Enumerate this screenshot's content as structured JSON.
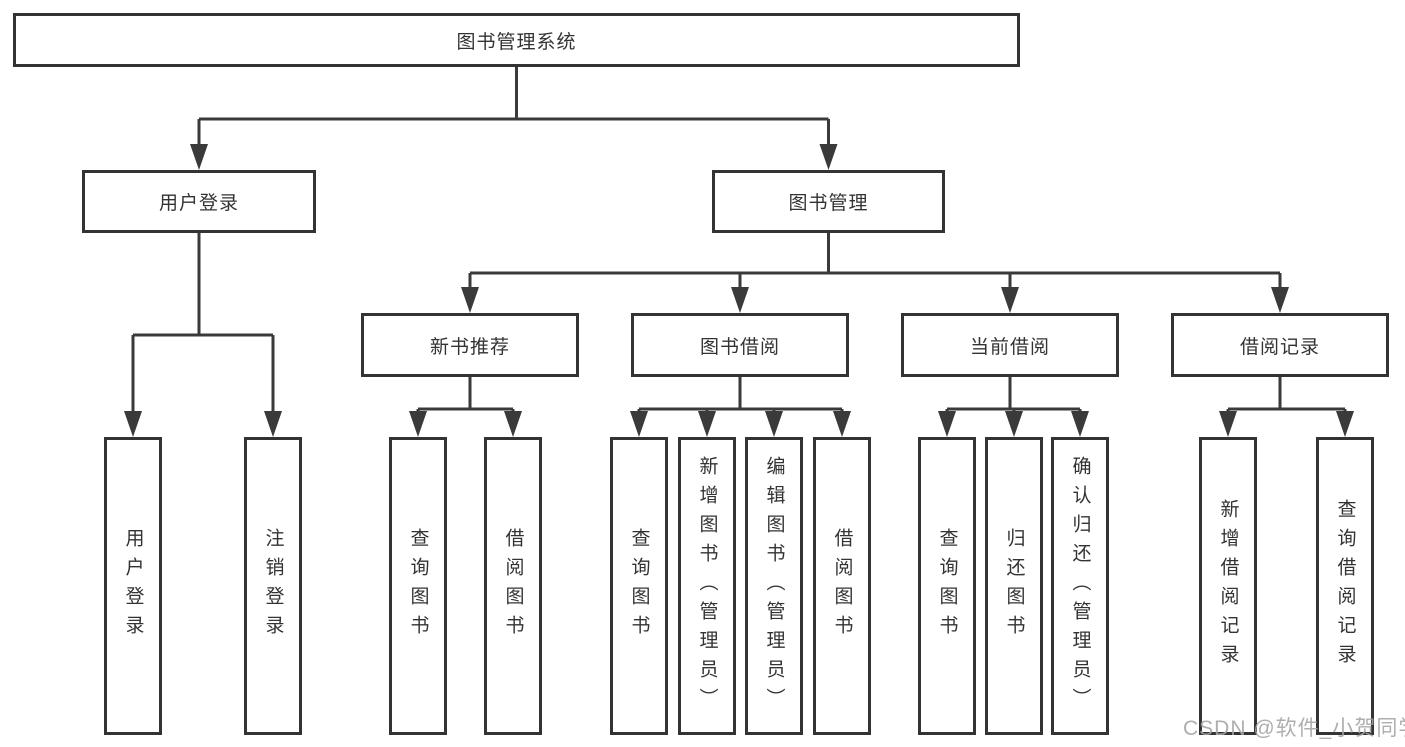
{
  "diagram": {
    "root": {
      "label": "图书管理系统"
    },
    "branches": [
      {
        "label": "用户登录",
        "children": [
          "用户登录",
          "注销登录"
        ]
      },
      {
        "label": "图书管理",
        "groups": [
          {
            "label": "新书推荐",
            "children": [
              "查询图书",
              "借阅图书"
            ]
          },
          {
            "label": "图书借阅",
            "children": [
              "查询图书",
              "新增图书（管理员）",
              "编辑图书（管理员）",
              "借阅图书"
            ]
          },
          {
            "label": "当前借阅",
            "children": [
              "查询图书",
              "归还图书",
              "确认归还（管理员）"
            ]
          },
          {
            "label": "借阅记录",
            "children": [
              "新增借阅记录",
              "查询借阅记录"
            ]
          }
        ]
      }
    ]
  },
  "watermark": {
    "text": "CSDN @软件_小贺同学"
  },
  "colors": {
    "line": "#3a3a3a",
    "box_border": "#333333",
    "box_background": "#ffffff",
    "text": "#333333",
    "watermark_text": "#a6a6a6",
    "page_background": "#ffffff"
  }
}
